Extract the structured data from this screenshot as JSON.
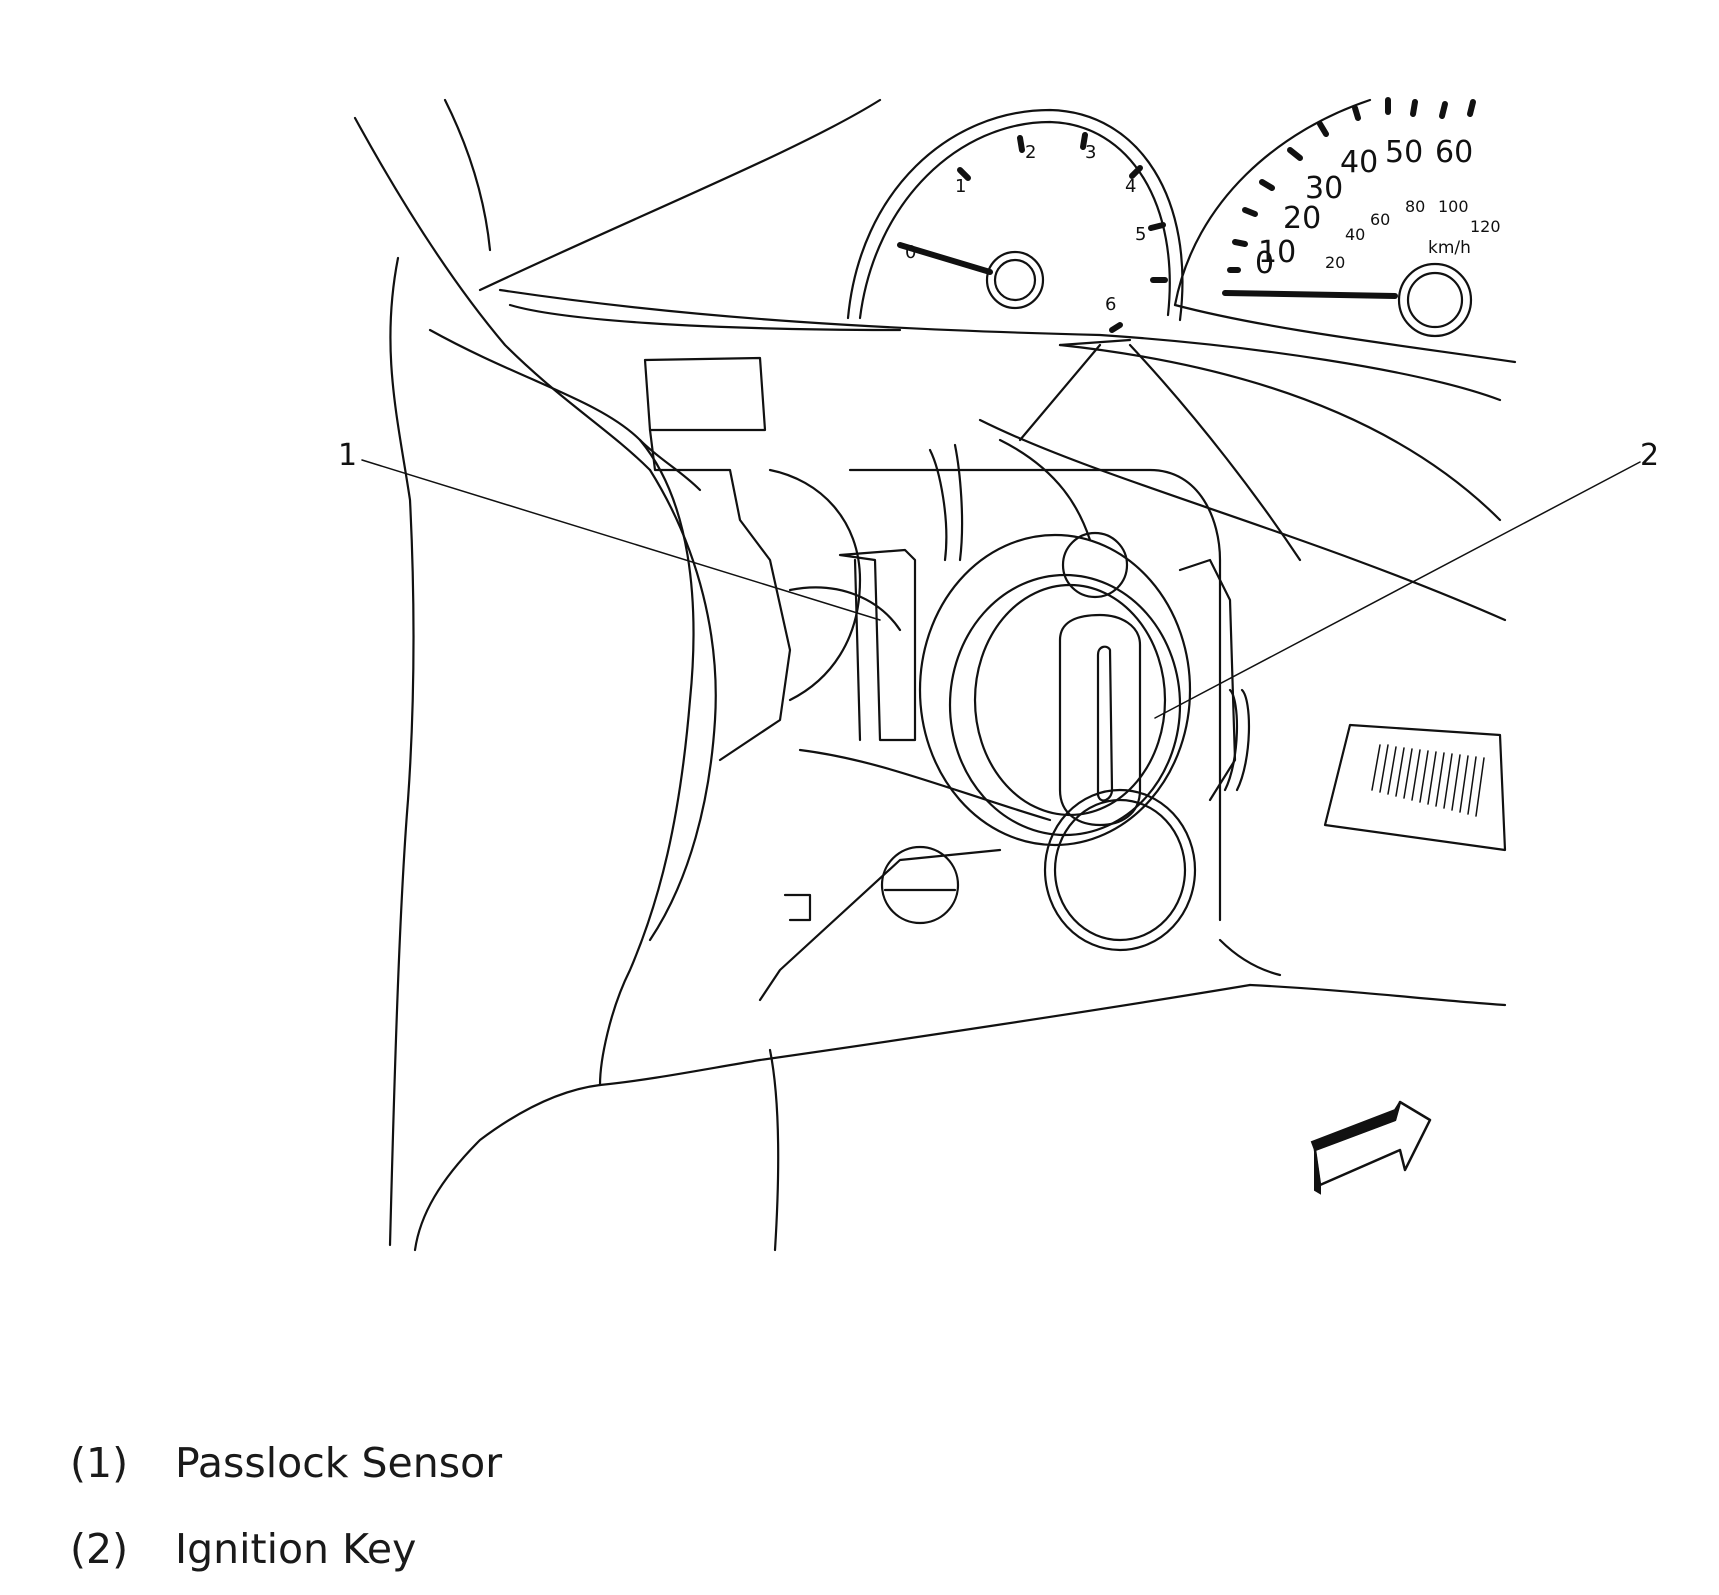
{
  "tachometer": {
    "ticks": [
      "0",
      "1",
      "2",
      "3",
      "4",
      "5",
      "6"
    ]
  },
  "speedometer": {
    "mph_ticks": [
      "0",
      "10",
      "20",
      "30",
      "40",
      "50",
      "60"
    ],
    "kmh_ticks": [
      "20",
      "40",
      "60",
      "80",
      "100",
      "120"
    ],
    "unit": "km/h"
  },
  "callouts": [
    {
      "number": "1"
    },
    {
      "number": "2"
    }
  ],
  "legend": [
    {
      "number": "(1)",
      "label": "Passlock Sensor"
    },
    {
      "number": "(2)",
      "label": "Ignition Key"
    }
  ]
}
